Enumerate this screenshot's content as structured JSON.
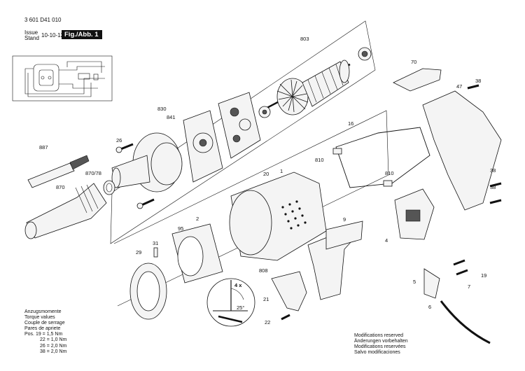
{
  "header": {
    "doc_number": "3 601 D41 010",
    "issue_label": "Issue",
    "stand_label": "Stand",
    "date": "10-10-12",
    "fig": "Fig./Abb. 1"
  },
  "torque": [
    "Anzugsmomente",
    "Torque values",
    "Couple de serrage",
    "Pares de apriete",
    "Pos. 19 = 1,5 Nm",
    "22 = 1,0 Nm",
    "26 = 2,0 Nm",
    "38 = 2,0 Nm"
  ],
  "modifications": [
    "Modifications reserved",
    "Änderungen vorbehalten",
    "Modifications reservées",
    "Salvo modificaciones"
  ],
  "detail": {
    "multiplier": "4 x",
    "angle": "25°"
  },
  "labels": {
    "p1": "1",
    "p2": "2",
    "p4": "4",
    "p5": "5",
    "p6": "6",
    "p7": "7",
    "p9": "9",
    "p16": "16",
    "p19": "19",
    "p20": "20",
    "p21": "21",
    "p22": "22",
    "p26": "26",
    "p29": "29",
    "p31": "31",
    "p38a": "38",
    "p38b": "38",
    "p38c": "38",
    "p47": "47",
    "p70": "70",
    "p95": "95",
    "p803": "803",
    "p808": "808",
    "p810a": "810",
    "p810b": "810",
    "p830": "830",
    "p841": "841",
    "p870": "870",
    "p870_78": "870/78",
    "p887": "887"
  }
}
